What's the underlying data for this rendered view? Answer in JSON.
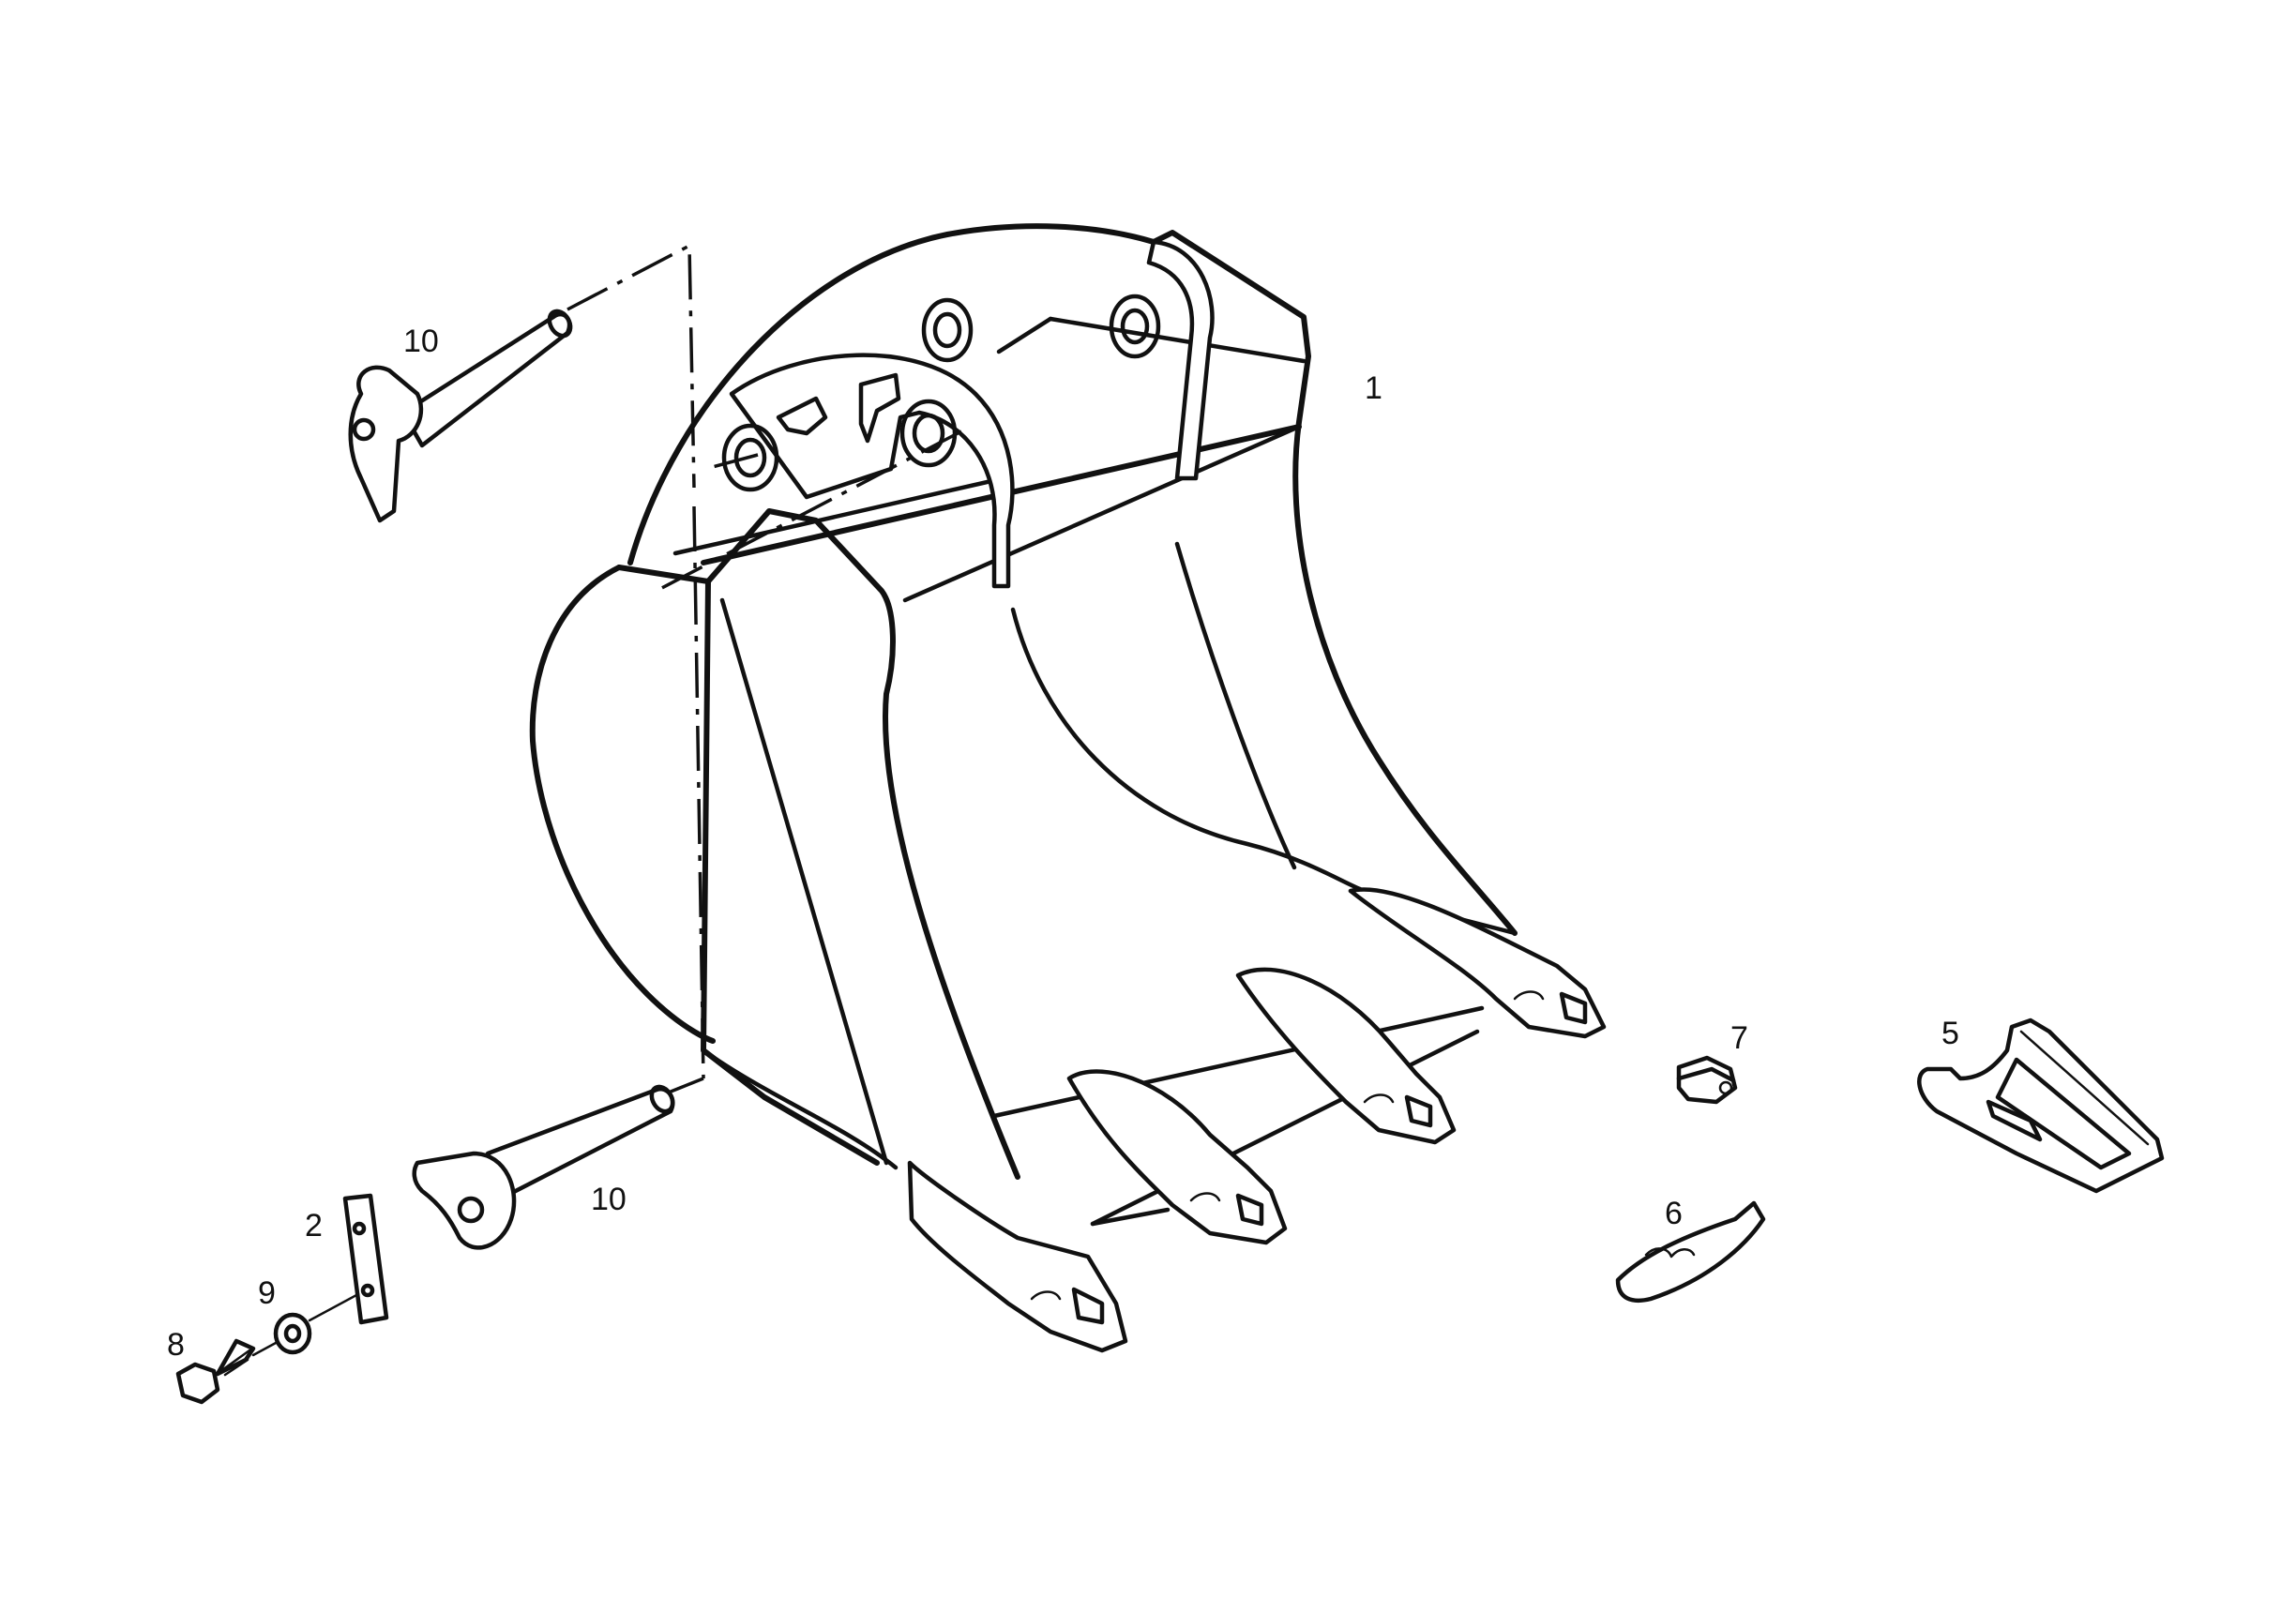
{
  "labels": {
    "bucket": "1",
    "plate": "2",
    "tooth": "5",
    "retainer": "6",
    "lock": "7",
    "bolt": "8",
    "washer": "9",
    "pin_upper": "10",
    "pin_lower": "10"
  }
}
